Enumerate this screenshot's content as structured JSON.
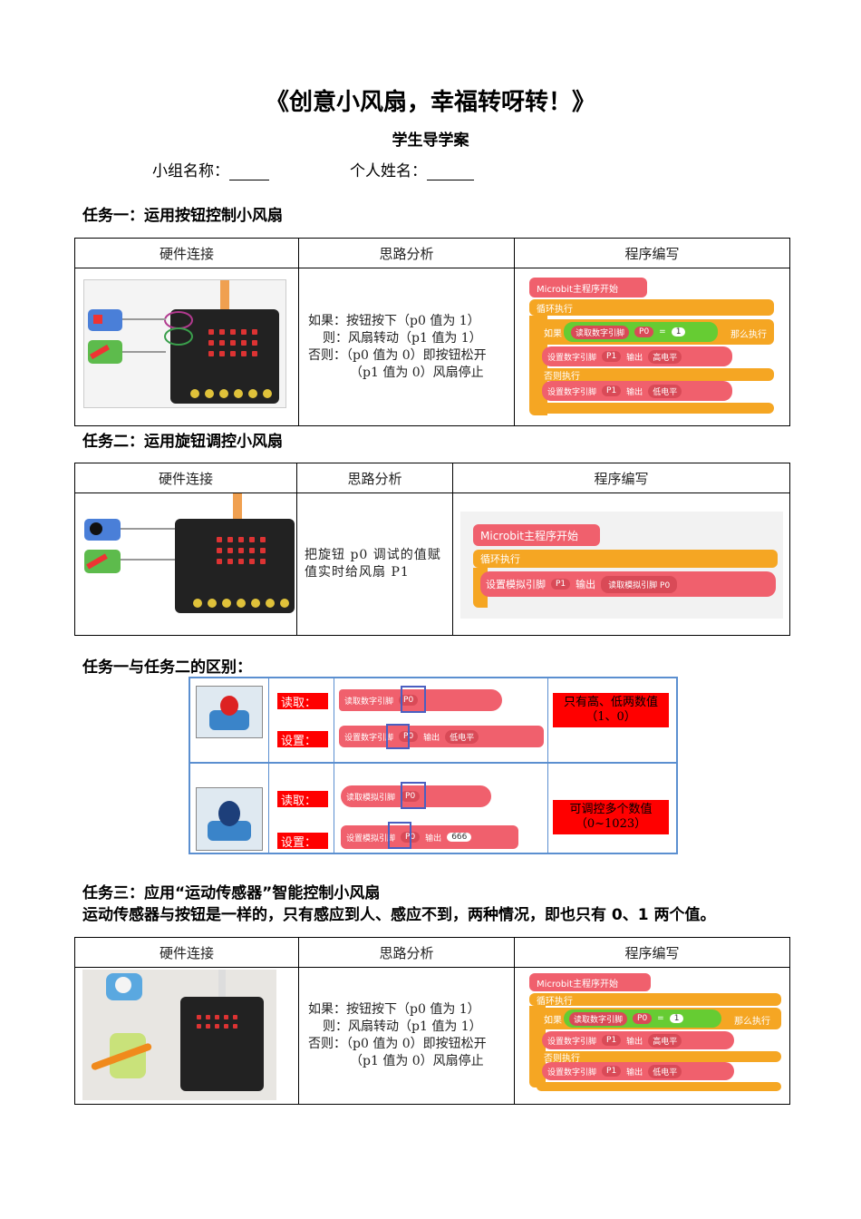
{
  "header": {
    "title": "《创意小风扇，幸福转呀转！》",
    "subtitle": "学生导学案",
    "group_label": "小组名称：",
    "name_label": "个人姓名："
  },
  "tasks": {
    "t1": "任务一：运用按钮控制小风扇",
    "t2": "任务二：运用旋钮调控小风扇",
    "diff": "任务一与任务二的区别：",
    "t3": "任务三：应用“运动传感器”智能控制小风扇",
    "t3_desc": "运动传感器与按钮是一样的，只有感应到人、感应不到，两种情况，即也只有 0、1 两个值。"
  },
  "columns": {
    "hw": "硬件连接",
    "idea": "思路分析",
    "code": "程序编写"
  },
  "idea1": {
    "l1": "如果：按钮按下（p0 值为 1）",
    "l2": "则：风扇转动（p1 值为 1）",
    "l3": "否则：（p0 值为 0）即按钮松开",
    "l4": "（p1 值为 0）风扇停止"
  },
  "idea2": "把旋钮 p0 调试的值赋值实时给风扇 P1",
  "code": {
    "main": "Microbit主程序开始",
    "loop": "循环执行",
    "if": "如果",
    "read_digital": "读取数字引脚",
    "p0": "P0",
    "p1": "P1",
    "eq": "=",
    "one": "1",
    "then": "那么执行",
    "set_digital": "设置数字引脚",
    "output": "输出",
    "high": "高电平",
    "low": "低电平",
    "else": "否则执行",
    "set_analog": "设置模拟引脚",
    "read_analog": "读取模拟引脚",
    "val666": "666"
  },
  "compare": {
    "read": "读取：",
    "set": "设置：",
    "digital_note_1": "只有高、低两数值",
    "digital_note_2": "（1、0）",
    "analog_note_1": "可调控多个数值",
    "analog_note_2": "（0~1023）"
  },
  "colors": {
    "block_pink": "#f0606d",
    "block_orange": "#f5a623",
    "highlight_red": "#ff0000"
  }
}
